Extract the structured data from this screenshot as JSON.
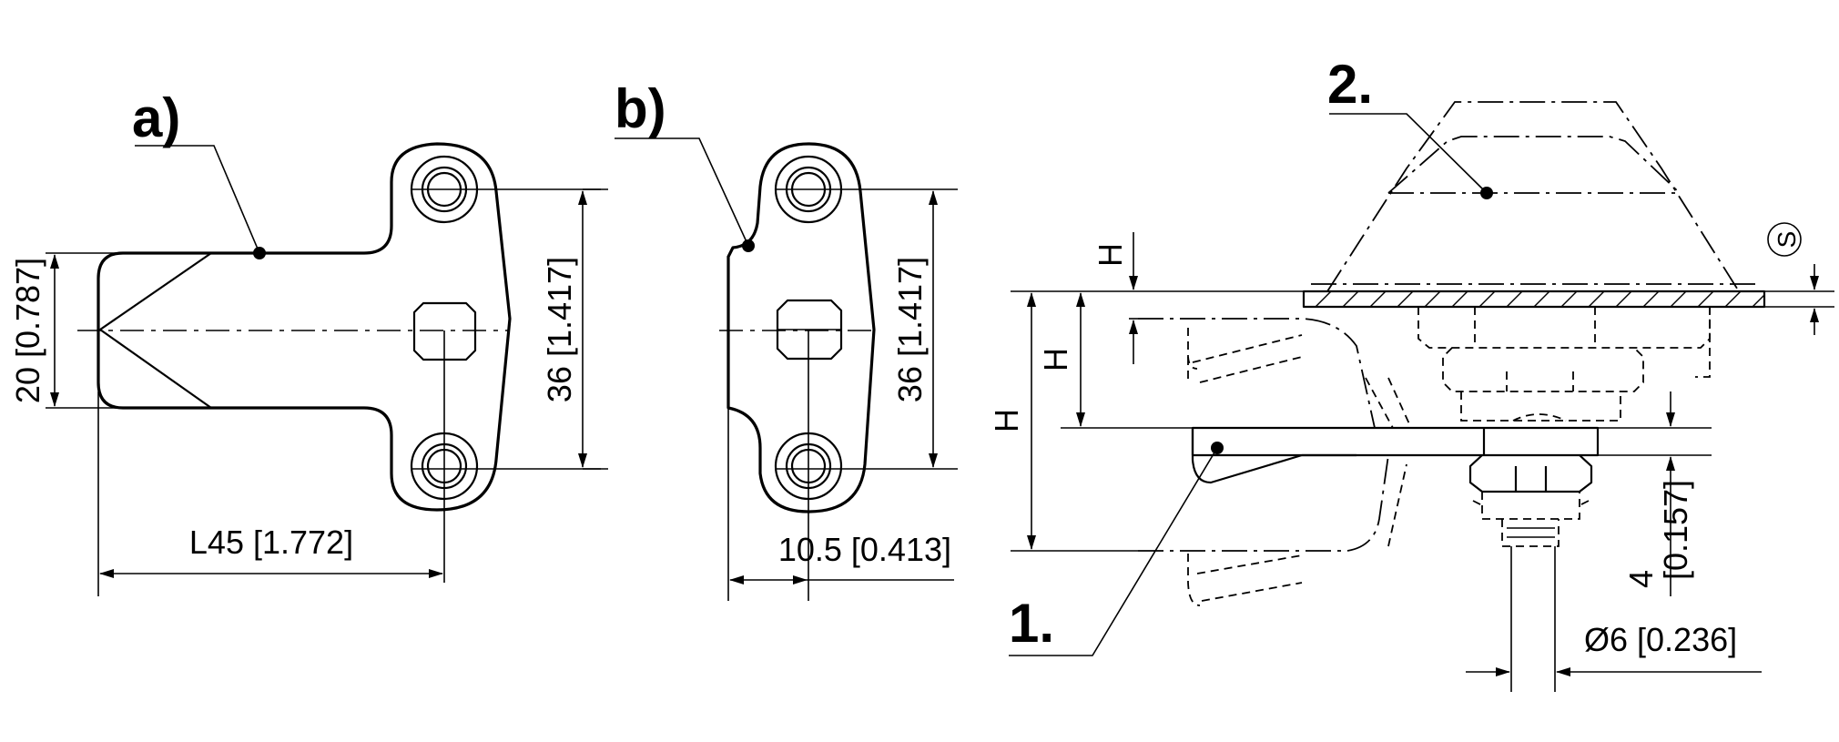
{
  "labels": {
    "a": "a)",
    "b": "b)",
    "one": "1.",
    "two": "2."
  },
  "dimensions": {
    "a_height": "20 [0.787]",
    "a_length": "L45 [1.772]",
    "a_hole_spacing": "36 [1.417]",
    "b_hole_spacing": "36 [1.417]",
    "b_offset": "10.5 [0.413]",
    "h_small": "H",
    "h_mid": "H",
    "h_large": "H",
    "thickness": "4\n[0.157]",
    "thickness_value": "4",
    "thickness_inch": "[0.157]",
    "diameter": "Ø6 [0.236]",
    "s_symbol": "S"
  }
}
